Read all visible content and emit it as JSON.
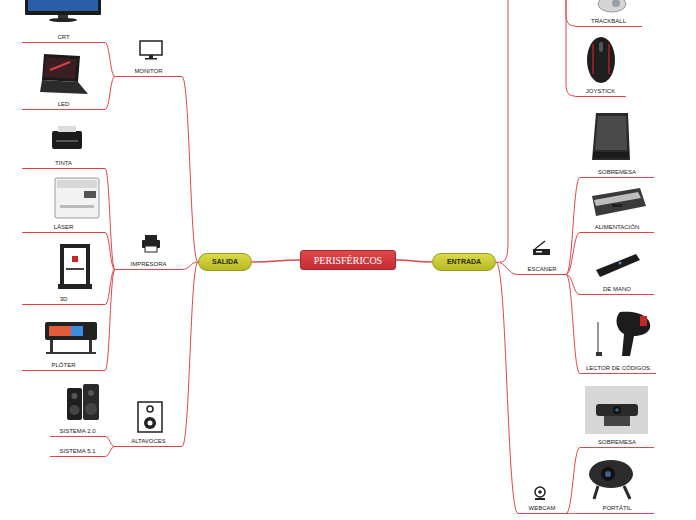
{
  "diagram": {
    "nodes": [
      {
        "text": [
          "PERISFÉRICOS"
        ]
      },
      {
        "text": [
          "SALIDA"
        ]
      },
      {
        "text": [
          "ENTRADA"
        ]
      },
      {
        "text": [
          "MONITOR"
        ]
      },
      {
        "text": [
          "CRT"
        ]
      },
      {
        "text": [
          "LED"
        ]
      },
      {
        "text": [
          "IMPRESORA"
        ]
      },
      {
        "text": [
          "TINTA"
        ]
      },
      {
        "text": [
          "LÁSER"
        ]
      },
      {
        "text": [
          "3D"
        ]
      },
      {
        "text": [
          "PLÓTER"
        ]
      },
      {
        "text": [
          "ALTAVOCES"
        ]
      },
      {
        "text": [
          "SISTEMA 2.0"
        ]
      },
      {
        "text": [
          "SISTEMA 5.1"
        ]
      },
      {
        "text": [
          "TRACKBALL"
        ]
      },
      {
        "text": [
          "JOYSTICK"
        ]
      },
      {
        "text": [
          "ESCANER"
        ]
      },
      {
        "text": [
          "SOBREMESA"
        ]
      },
      {
        "text": [
          "ALIMENTACIÓN"
        ]
      },
      {
        "text": [
          "DE MANO"
        ]
      },
      {
        "text": [
          "LECTOR DE CÓDIGOS"
        ]
      },
      {
        "text": [
          "WEBCAM"
        ]
      },
      {
        "text": [
          "SOBREMESA"
        ]
      },
      {
        "text": [
          "PORTÁTIL"
        ]
      }
    ],
    "edges": [
      {
        "from": 0,
        "to": 1,
        "arrow": "none"
      },
      {
        "from": 0,
        "to": 2,
        "arrow": "none"
      },
      {
        "from": 1,
        "to": 3,
        "arrow": "none"
      },
      {
        "from": 3,
        "to": 4,
        "arrow": "none"
      },
      {
        "from": 3,
        "to": 5,
        "arrow": "none"
      },
      {
        "from": 1,
        "to": 6,
        "arrow": "none"
      },
      {
        "from": 6,
        "to": 7,
        "arrow": "none"
      },
      {
        "from": 6,
        "to": 8,
        "arrow": "none"
      },
      {
        "from": 6,
        "to": 9,
        "arrow": "none"
      },
      {
        "from": 6,
        "to": 10,
        "arrow": "none"
      },
      {
        "from": 1,
        "to": 11,
        "arrow": "none"
      },
      {
        "from": 11,
        "to": 12,
        "arrow": "none"
      },
      {
        "from": 11,
        "to": 13,
        "arrow": "none"
      },
      {
        "from": 2,
        "to": 16,
        "arrow": "none"
      },
      {
        "from": 16,
        "to": 17,
        "arrow": "none"
      },
      {
        "from": 16,
        "to": 18,
        "arrow": "none"
      },
      {
        "from": 16,
        "to": 19,
        "arrow": "none"
      },
      {
        "from": 16,
        "to": 20,
        "arrow": "none"
      },
      {
        "from": 2,
        "to": 21,
        "arrow": "none"
      },
      {
        "from": 21,
        "to": 22,
        "arrow": "none"
      },
      {
        "from": 21,
        "to": 23,
        "arrow": "none"
      }
    ]
  }
}
